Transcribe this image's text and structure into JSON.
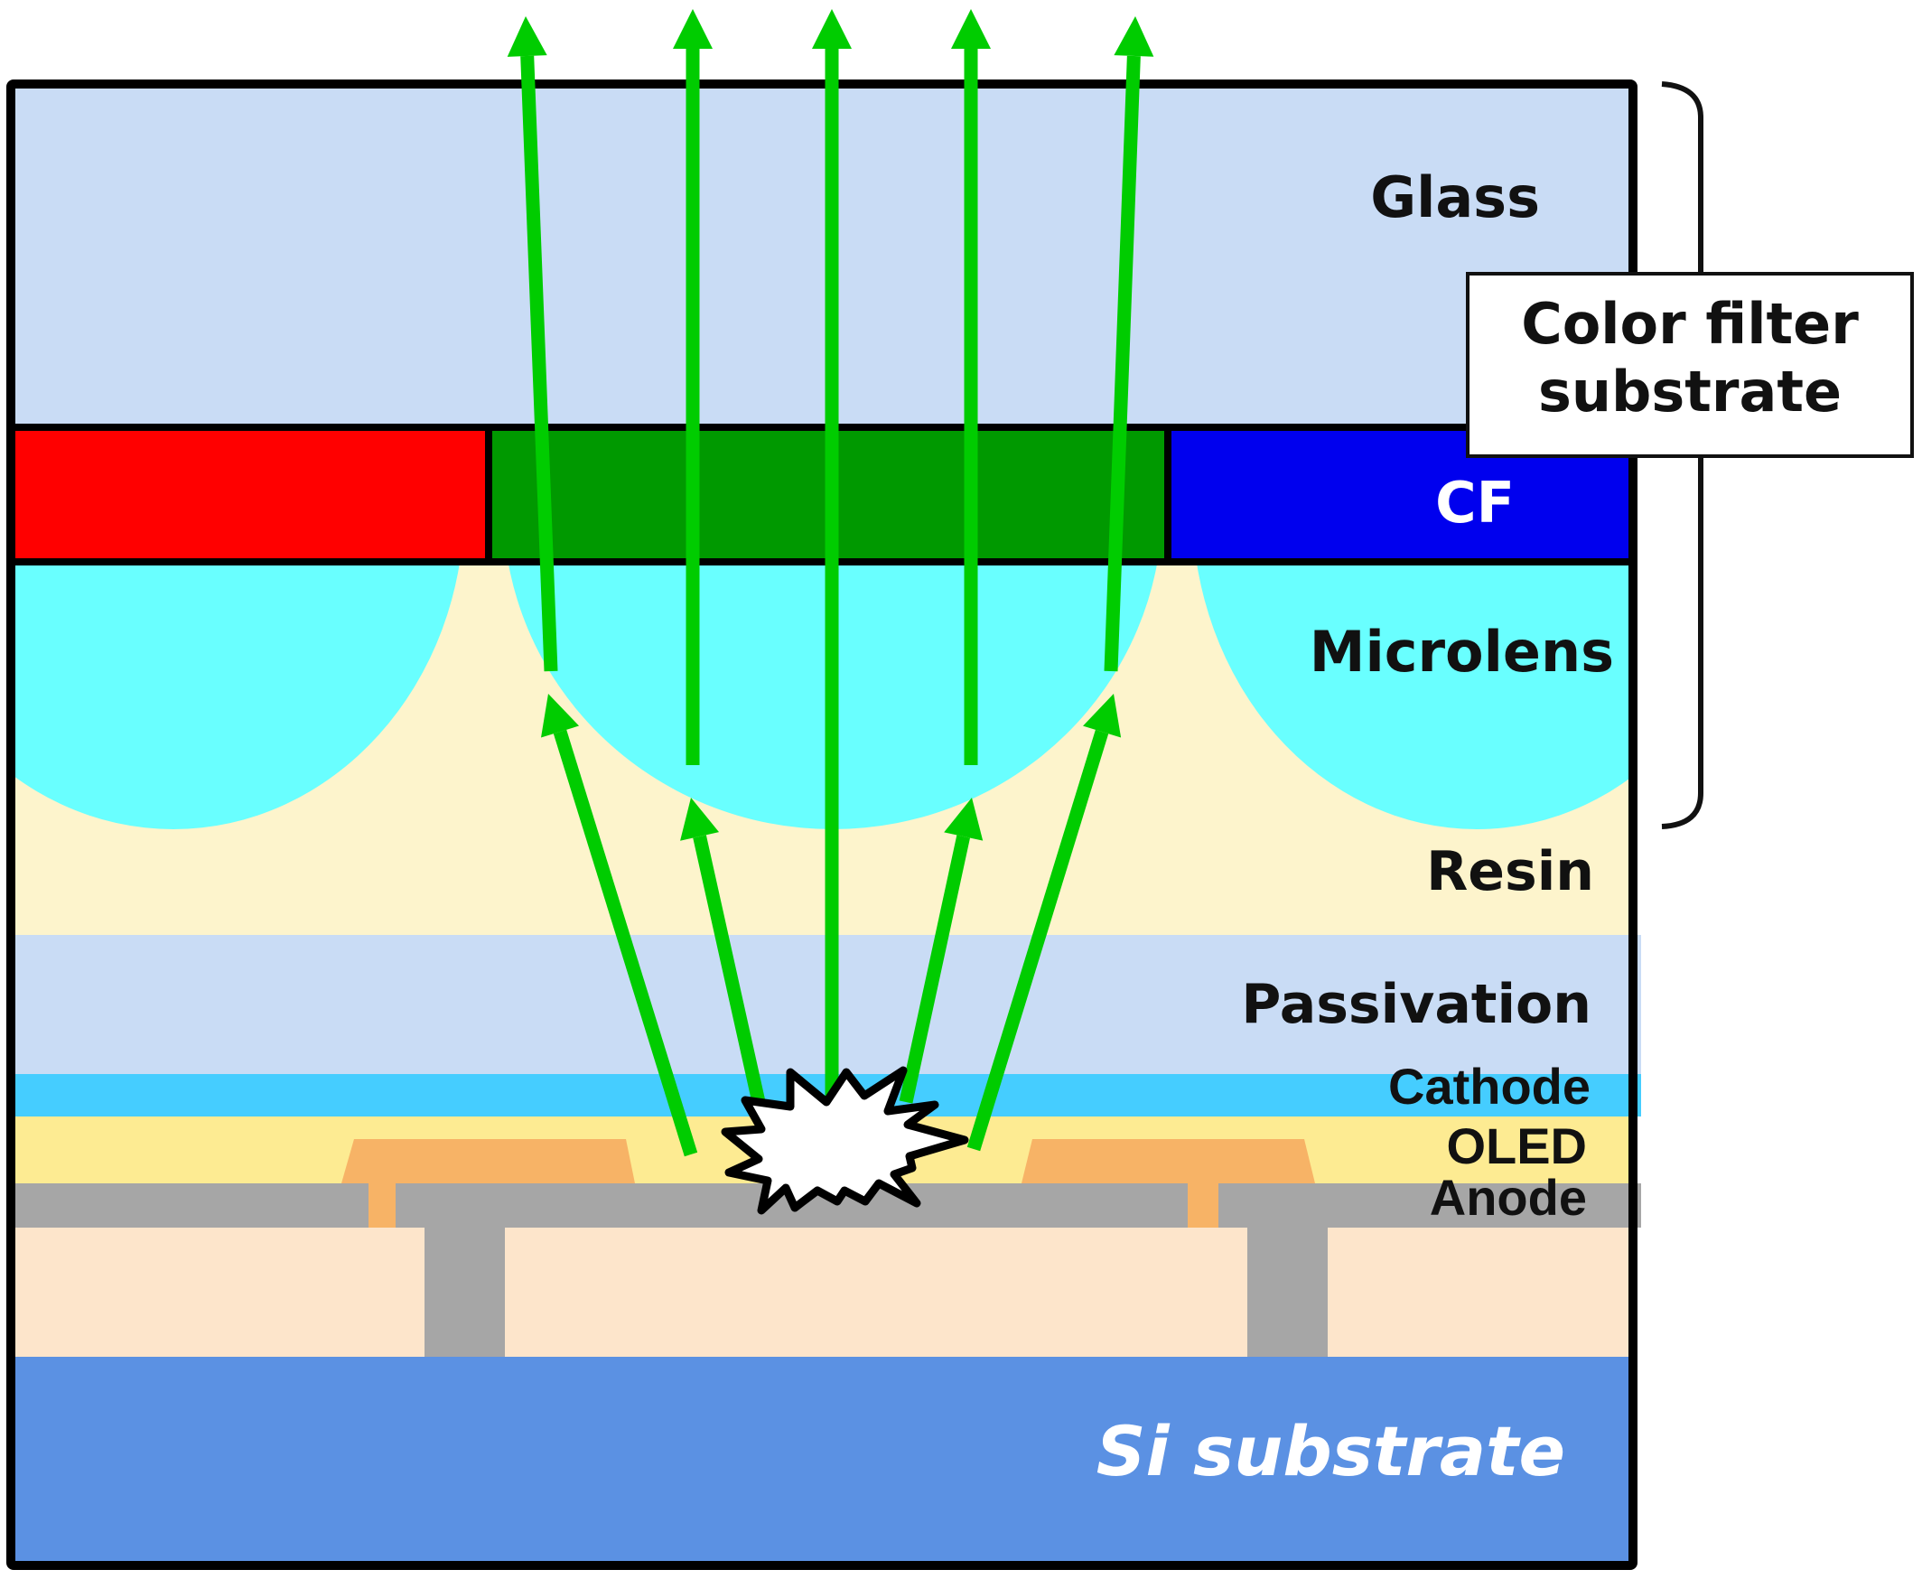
{
  "title": "Top-emission OLED microdisplay cross-section with color filter substrate and microlens",
  "layers": {
    "glass": {
      "label": "Glass",
      "color": "#c9dcf5"
    },
    "color_filter": {
      "label": "CF",
      "segments": [
        {
          "name": "red",
          "color": "#ff0000"
        },
        {
          "name": "green",
          "color": "#009900"
        },
        {
          "name": "blue",
          "color": "#0000ee"
        }
      ]
    },
    "microlens": {
      "label": "Microlens",
      "color": "#69ffff",
      "count": 3
    },
    "resin": {
      "label": "Resin",
      "color": "#fdf4cc"
    },
    "passivation": {
      "label": "Passivation",
      "color": "#c9dcf5"
    },
    "cathode": {
      "label": "Cathode",
      "color": "#45cdff"
    },
    "oled": {
      "label": "OLED",
      "color": "#fdeb92"
    },
    "anode": {
      "label": "Anode",
      "color": "#a6a6a6"
    },
    "bank": {
      "color": "#f7b366"
    },
    "interlayer": {
      "color": "#fde5cb"
    },
    "si_substrate": {
      "label": "Si substrate",
      "color": "#5b91e3"
    }
  },
  "callout": {
    "line1": "Color filter",
    "line2": "substrate"
  },
  "light_rays": {
    "color": "#00cc00",
    "count": 5
  },
  "emission_icon": "starburst-icon"
}
